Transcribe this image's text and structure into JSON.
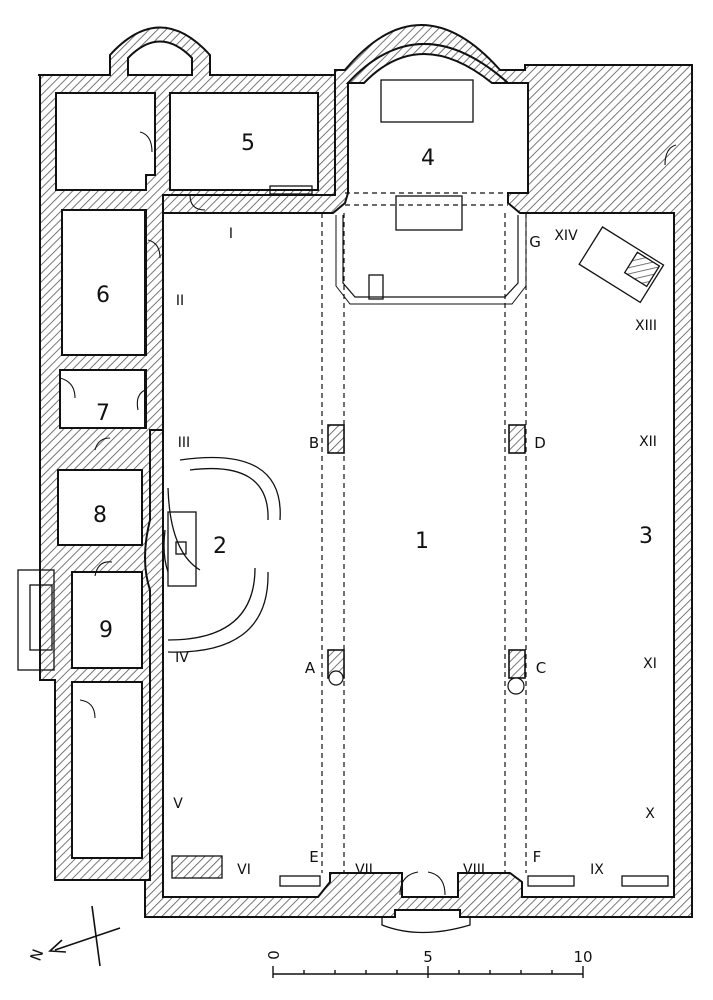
{
  "rooms": {
    "r1": "1",
    "r2": "2",
    "r3": "3",
    "r4": "4",
    "r5": "5",
    "r6": "6",
    "r7": "7",
    "r8": "8",
    "r9": "9"
  },
  "pillars": {
    "a": "A",
    "b": "B",
    "c": "C",
    "d": "D",
    "e": "E",
    "f": "F",
    "g": "G"
  },
  "roman": {
    "i": "I",
    "ii": "II",
    "iii": "III",
    "iv": "IV",
    "v": "V",
    "vi": "VI",
    "vii": "VII",
    "viii": "VIII",
    "ix": "IX",
    "x": "X",
    "xi": "XI",
    "xii": "XII",
    "xiii": "XIII",
    "xiv": "XIV"
  },
  "scale": {
    "t0": "0",
    "t5": "5",
    "t10": "10"
  },
  "compass": {
    "n": "N"
  },
  "colors": {
    "ink": "#111111",
    "hatch": "#555555",
    "paper": "#ffffff"
  }
}
